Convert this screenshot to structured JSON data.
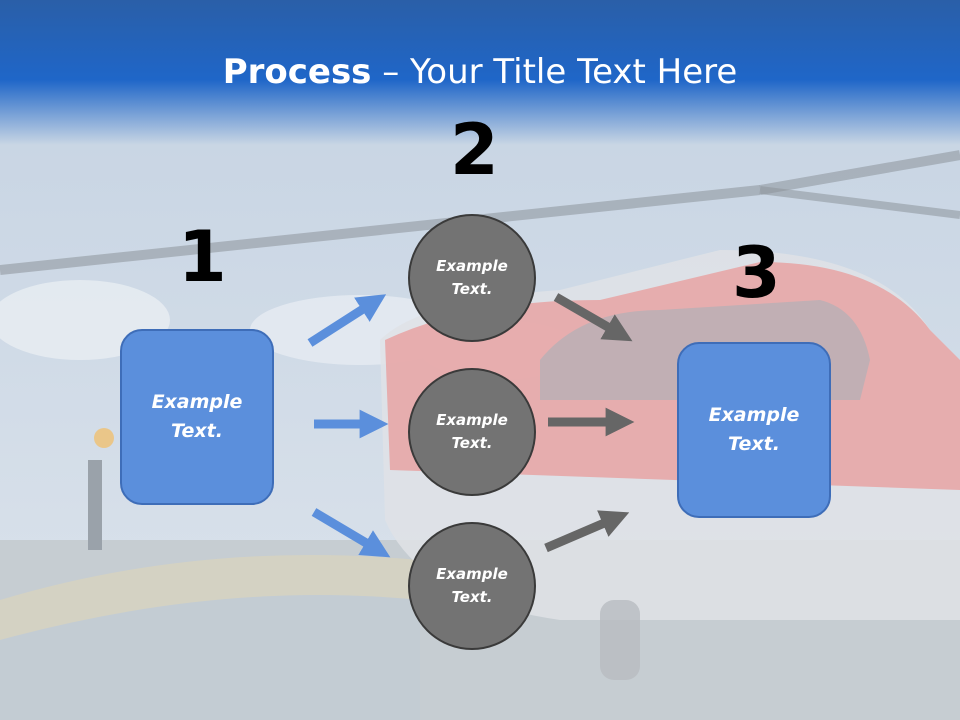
{
  "title": {
    "bold": "Process",
    "rest": " – Your Title Text Here"
  },
  "steps": [
    {
      "number": "1",
      "label_line1": "Example",
      "label_line2": "Text."
    },
    {
      "number": "2"
    },
    {
      "number": "3",
      "label_line1": "Example",
      "label_line2": "Text."
    }
  ],
  "circles": [
    {
      "line1": "Example",
      "line2": "Text."
    },
    {
      "line1": "Example",
      "line2": "Text."
    },
    {
      "line1": "Example",
      "line2": "Text."
    }
  ],
  "colors": {
    "header": "#1f62c4",
    "box": "#5b8fdc",
    "circle": "#737373",
    "arrow_blue": "#5b8fdc",
    "arrow_gray": "#666666"
  }
}
